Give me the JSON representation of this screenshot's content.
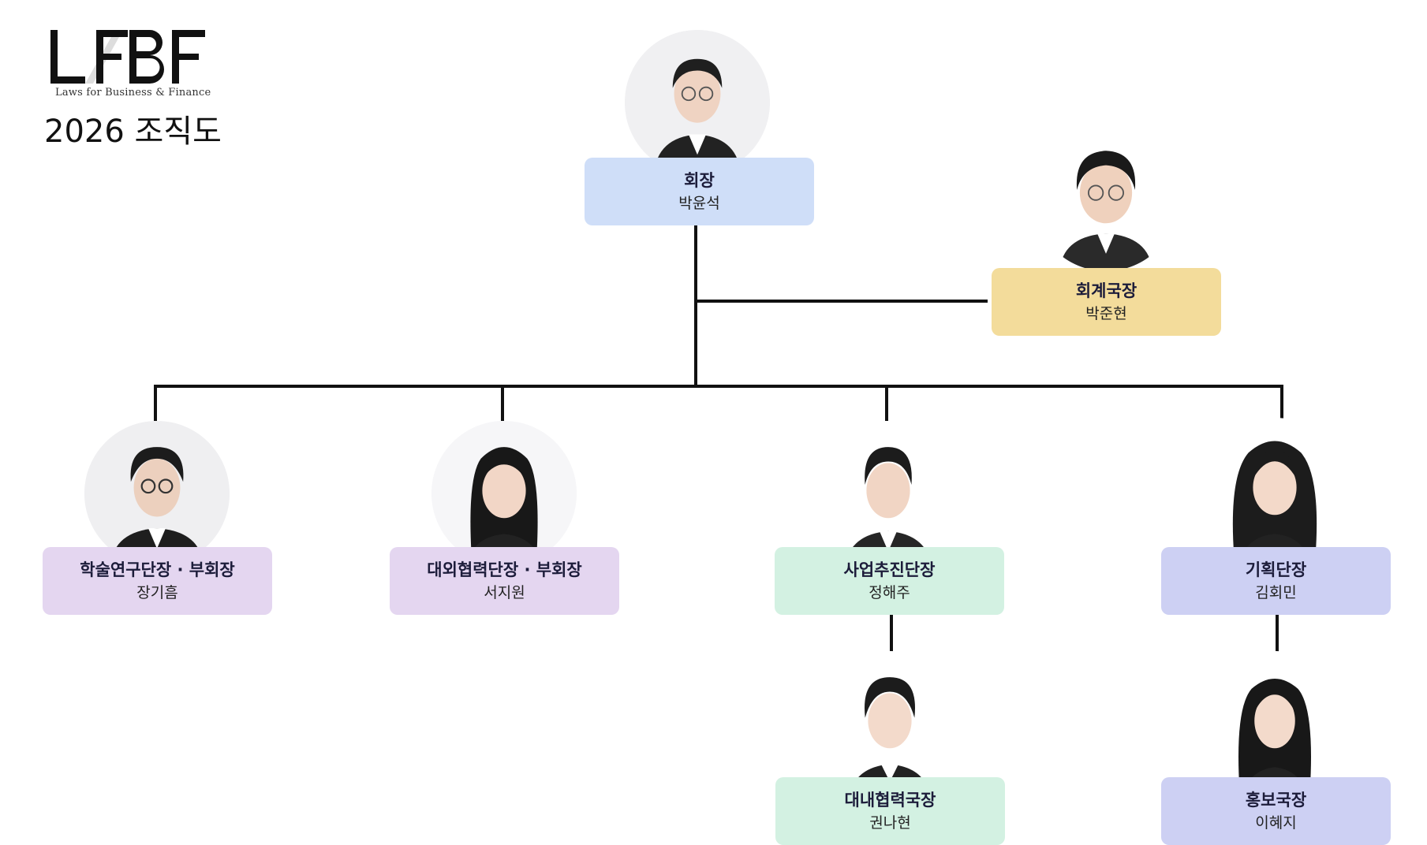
{
  "logo": {
    "mark": "LFBF",
    "subtitle": "Laws for Business & Finance"
  },
  "title": "2026 조직도",
  "colors": {
    "president": "#cfdef8",
    "accounting": "#f3dc9b",
    "vice": "#e4d6f0",
    "business": "#d3f1e2",
    "planning": "#cdd0f3",
    "line": "#111111"
  },
  "members": {
    "president": {
      "role": "회장",
      "name": "박윤석"
    },
    "accounting": {
      "role": "회계국장",
      "name": "박준현"
    },
    "academic": {
      "role": "학술연구단장 · 부회장",
      "name": "장기흠"
    },
    "external": {
      "role": "대외협력단장 · 부회장",
      "name": "서지원"
    },
    "business": {
      "role": "사업추진단장",
      "name": "정해주"
    },
    "planning": {
      "role": "기획단장",
      "name": "김회민"
    },
    "internal": {
      "role": "대내협력국장",
      "name": "권나현"
    },
    "pr": {
      "role": "홍보국장",
      "name": "이혜지"
    }
  }
}
